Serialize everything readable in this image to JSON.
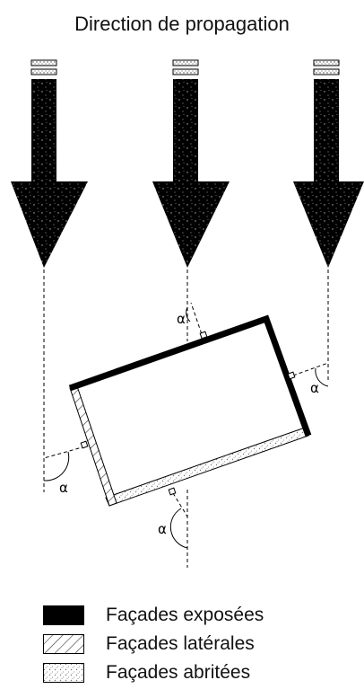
{
  "title": "Direction de propagation",
  "angle_symbol": "α",
  "colors": {
    "exposed": "#000000",
    "lateral_hatch": "#333333",
    "sheltered_dots": "#777777",
    "arrow": "#000000"
  },
  "legend": [
    {
      "label": "Façades exposées",
      "pattern": "solid"
    },
    {
      "label": "Façades latérales",
      "pattern": "hatch"
    },
    {
      "label": "Façades abritées",
      "pattern": "dots"
    }
  ]
}
